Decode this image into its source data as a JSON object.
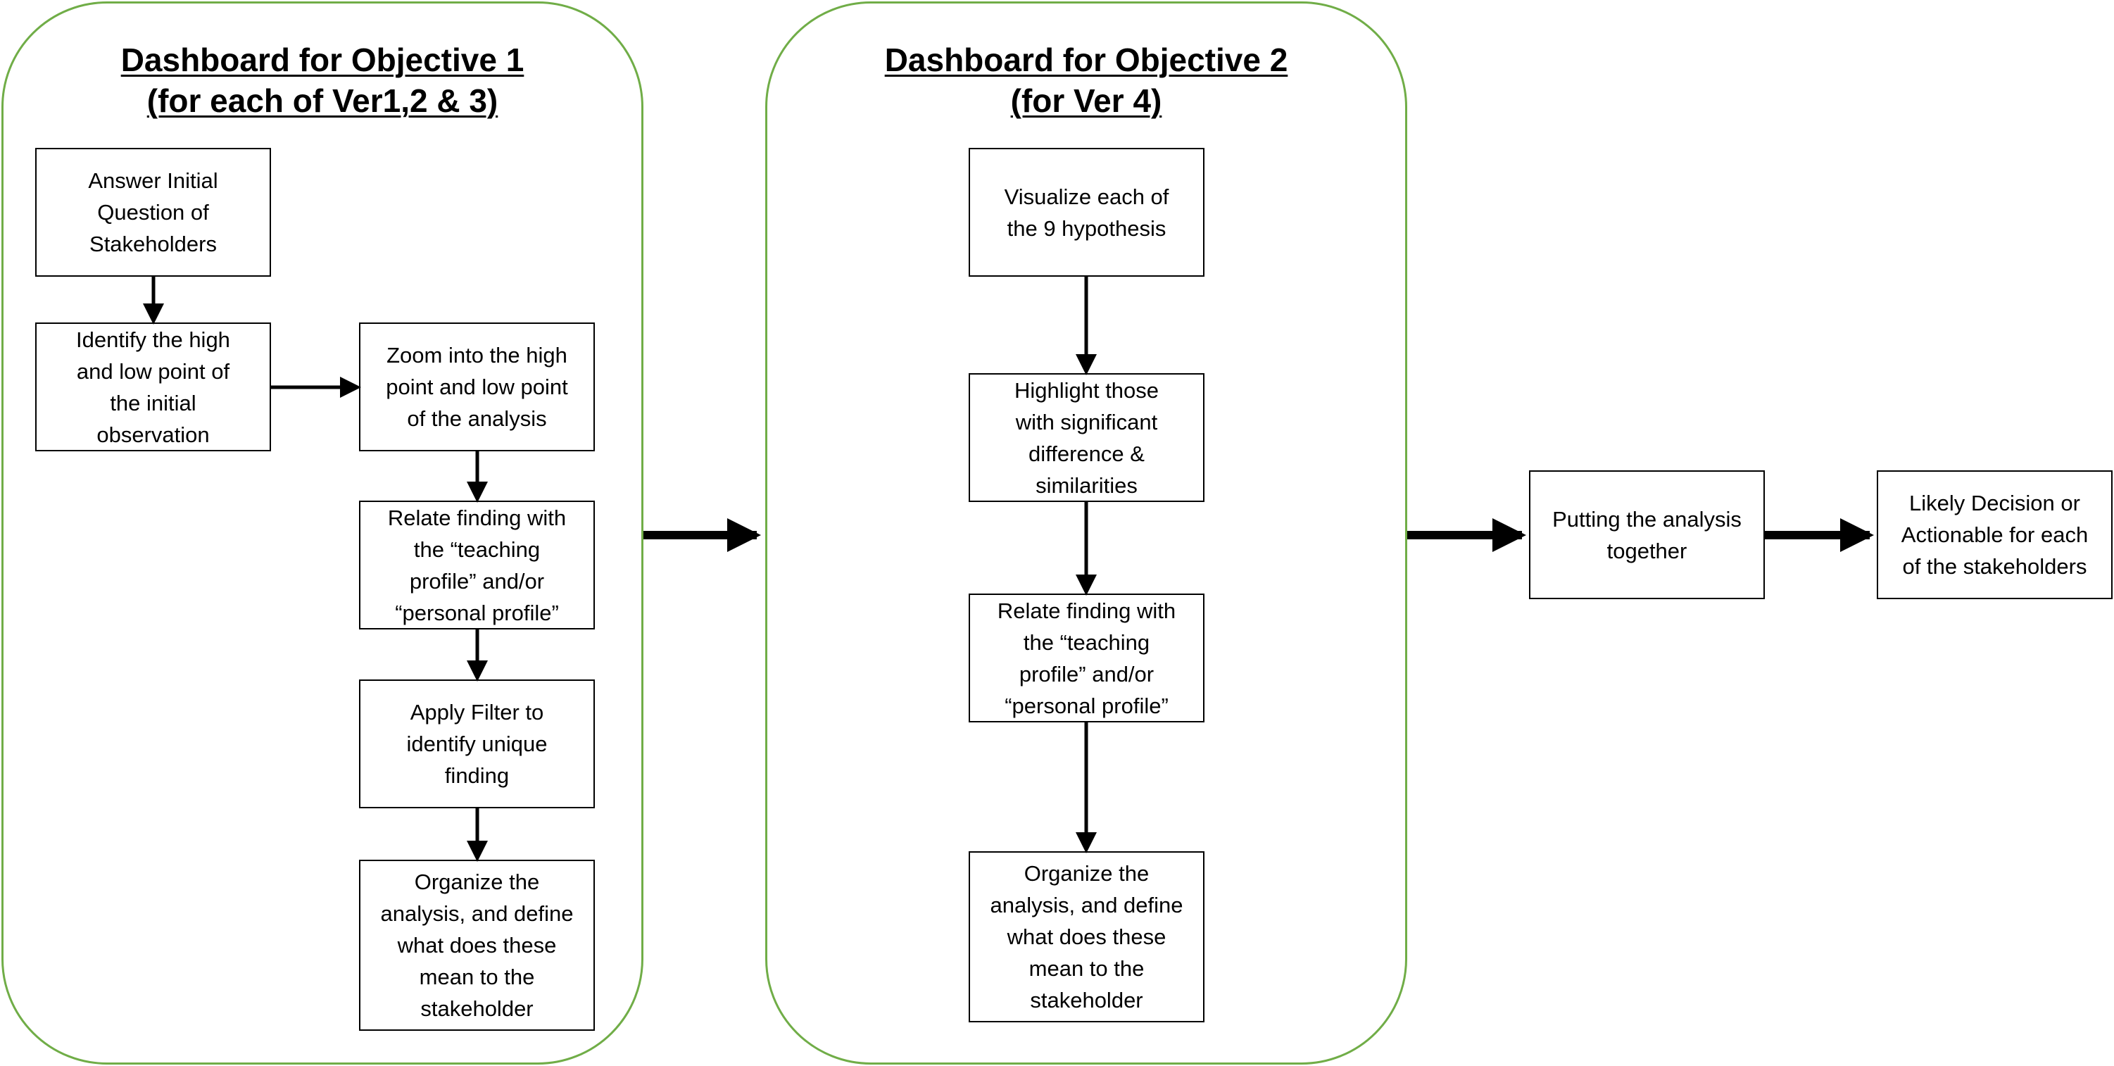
{
  "panels": {
    "objective1": {
      "title_line1": "Dashboard for Objective 1",
      "title_line2": "(for each of Ver1,2 & 3)"
    },
    "objective2": {
      "title_line1": "Dashboard for Objective 2",
      "title_line2": "(for Ver 4)"
    }
  },
  "nodes": {
    "answer_initial_question": "Answer Initial\nQuestion of\nStakeholders",
    "identify_high_low": "Identify the high\nand low point of\nthe initial\nobservation",
    "zoom_high_low": "Zoom into the high\npoint and low point\nof the analysis",
    "relate_finding_1": "Relate finding with\nthe “teaching\nprofile” and/or\n“personal profile”",
    "apply_filter": "Apply Filter to\nidentify unique\nfinding",
    "organize_analysis_1": "Organize the\nanalysis, and define\nwhat does these\nmean to the\nstakeholder",
    "visualize_hypothesis": "Visualize each of\nthe 9 hypothesis",
    "highlight_significant": "Highlight those\nwith significant\ndifference &\nsimilarities",
    "relate_finding_2": "Relate finding with\nthe “teaching\nprofile” and/or\n“personal profile”",
    "organize_analysis_2": "Organize the\nanalysis, and define\nwhat does these\nmean to the\nstakeholder",
    "putting_together": "Putting the analysis\ntogether",
    "likely_decision": "Likely Decision or\nActionable for each\nof the stakeholders"
  },
  "colors": {
    "panel_border": "#70ad47",
    "line": "#000000"
  }
}
